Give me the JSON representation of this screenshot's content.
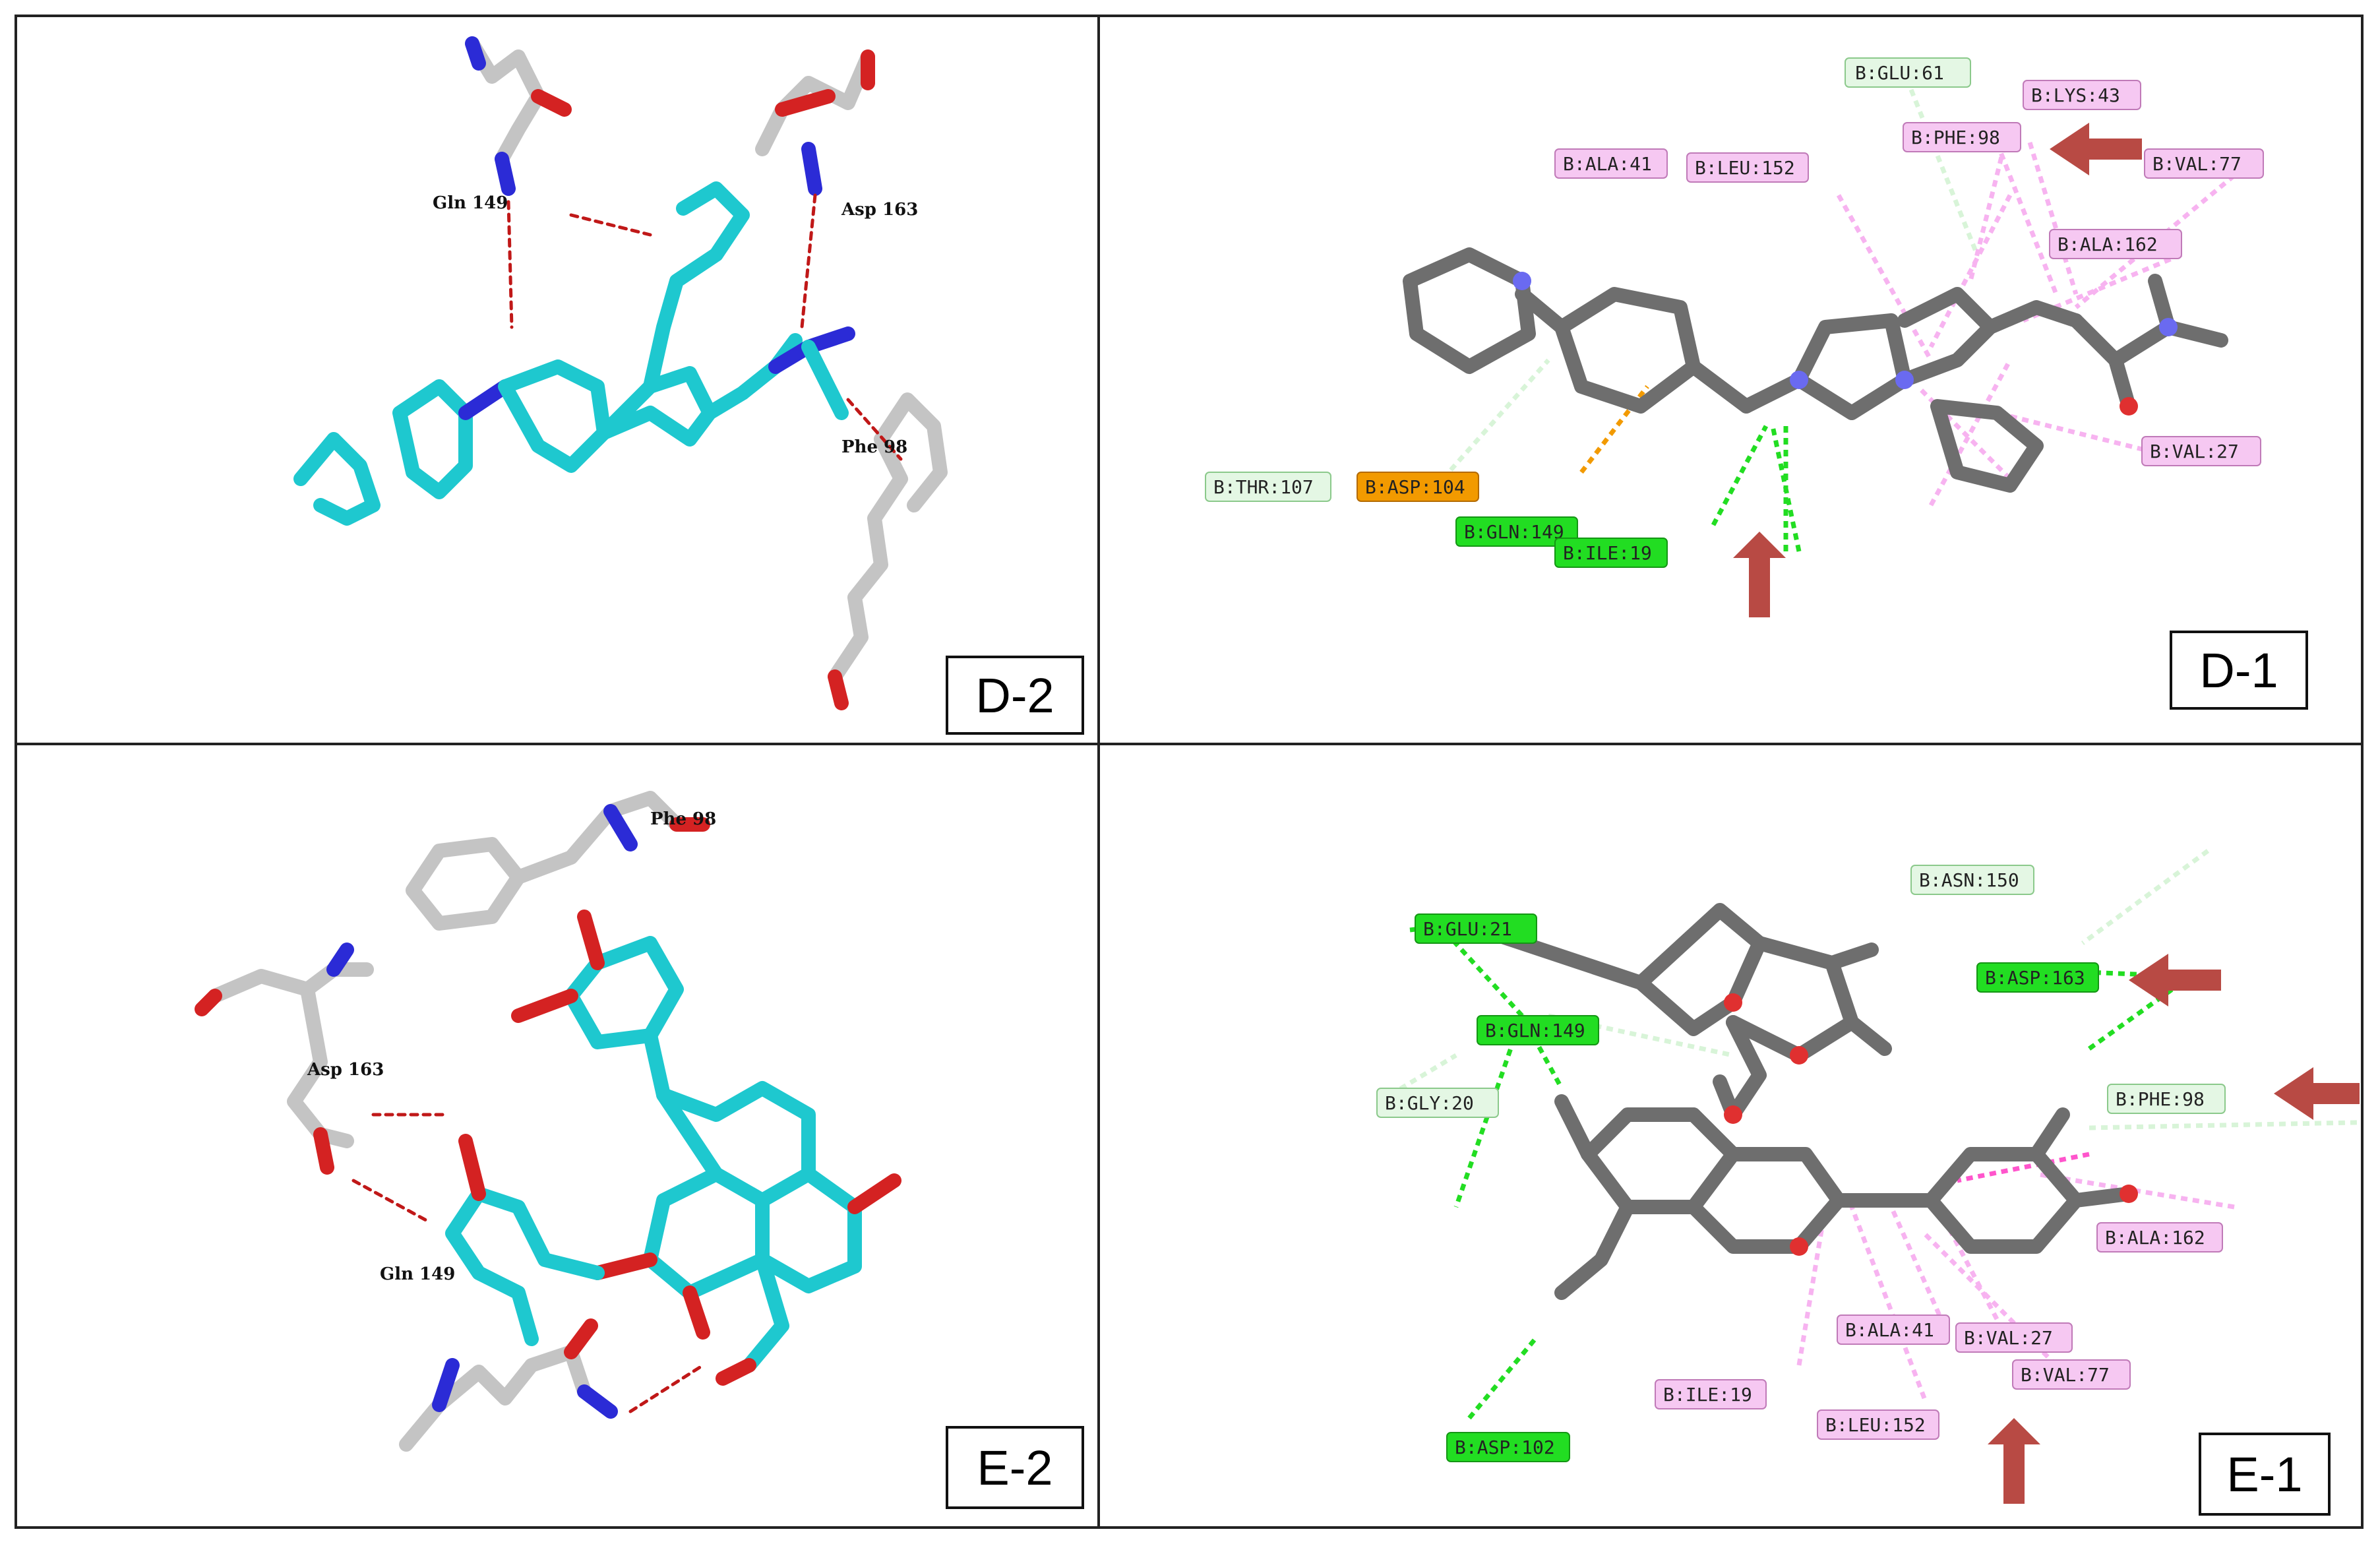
{
  "panels": {
    "d2": {
      "label": "D-2",
      "residues": [
        "Gln 149",
        "Asp 163",
        "Phe 98"
      ]
    },
    "d1": {
      "label": "D-1",
      "tags": [
        "B:GLU:61",
        "B:LYS:43",
        "B:ALA:41",
        "B:LEU:152",
        "B:PHE:98",
        "B:VAL:77",
        "B:ALA:162",
        "B:VAL:27",
        "B:THR:107",
        "B:ASP:104",
        "B:GLN:149",
        "B:ILE:19"
      ]
    },
    "e2": {
      "label": "E-2",
      "residues": [
        "Phe 98",
        "Asp 163",
        "Gln 149"
      ]
    },
    "e1": {
      "label": "E-1",
      "tags": [
        "B:ASN:150",
        "B:GLU:21",
        "B:ASP:163",
        "B:GLN:149",
        "B:GLY:20",
        "B:PHE:98",
        "B:ALA:162",
        "B:ALA:41",
        "B:VAL:27",
        "B:VAL:77",
        "B:ILE:19",
        "B:LEU:152",
        "B:ASP:102"
      ]
    }
  },
  "colors": {
    "conventional_h_bond": "#22dd22",
    "carbon_h_bond": "#d8f4d8",
    "pi_anion": "#f29a00",
    "pi_alkyl": "#f7b3f0",
    "pi_pi": "#ff55cc",
    "ligand_carbon_cyan": "#1ec8cf",
    "residue_carbon_grey": "#c4c4c4",
    "nitrogen": "#2b2bd6",
    "oxygen": "#d42222",
    "h_bond_dash": "#c01818",
    "arrow": "#b84a44"
  }
}
